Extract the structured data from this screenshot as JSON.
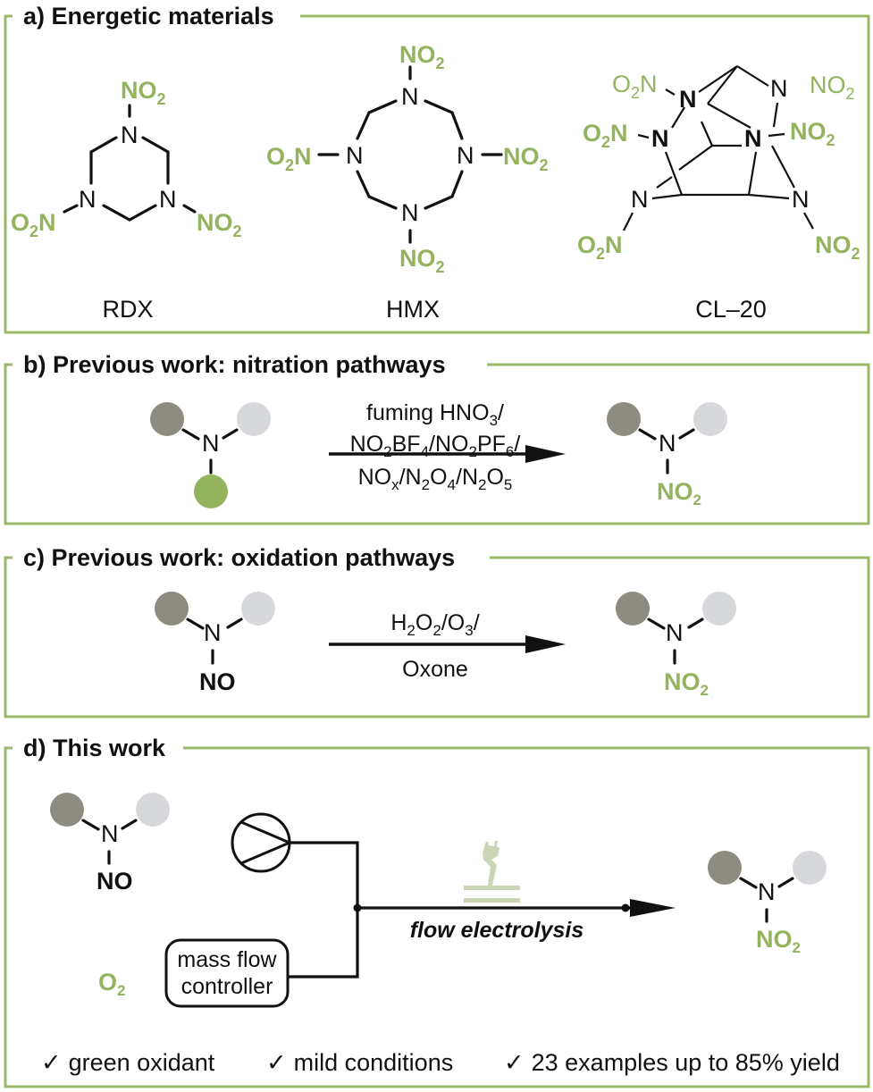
{
  "colors": {
    "frame": "#9cb86a",
    "nitro_green": "#94b35f",
    "substituent_dark": "#8e8c80",
    "substituent_light": "#d6d8db",
    "substituent_green": "#94b35f",
    "electrode": "#c9d5b3",
    "ink": "#111111"
  },
  "panel_a": {
    "title": "a) Energetic materials",
    "compounds": [
      {
        "name": "RDX"
      },
      {
        "name": "HMX"
      },
      {
        "name": "CL–20"
      }
    ],
    "atoms": {
      "N": "N",
      "NO2": "NO",
      "O2N": "O",
      "sub2": "2",
      "N_after": "N"
    }
  },
  "panel_b": {
    "title": "b) Previous work: nitration pathways",
    "reagents": {
      "line1": {
        "a": "fuming HNO",
        "sub": "3",
        "b": "/"
      },
      "line2": [
        "NO",
        "2",
        "BF",
        "4",
        "/NO",
        "2",
        "PF",
        "6",
        "/"
      ],
      "line3": [
        "NO",
        "x",
        "/N",
        "2",
        "O",
        "4",
        "/N",
        "2",
        "O",
        "5"
      ]
    },
    "product_group": "NO2"
  },
  "panel_c": {
    "title": "c) Previous work: oxidation pathways",
    "substrate_group": "NO",
    "reagents": {
      "line1": [
        "H",
        "2",
        "O",
        "2",
        "/O",
        "3",
        "/"
      ],
      "line2": "Oxone"
    },
    "product_group": "NO2"
  },
  "panel_d": {
    "title": "d) This work",
    "substrate_group": "NO",
    "oxidant": {
      "main": "O",
      "sub": "2"
    },
    "pump_icon": "pump-icon",
    "mfc_label": [
      "mass flow",
      "controller"
    ],
    "process_label": "flow electrolysis",
    "electrode_icon": "power-plug-icon",
    "product_group": "NO2",
    "features": [
      {
        "check": "✓",
        "text": "green oxidant"
      },
      {
        "check": "✓",
        "text": "mild conditions"
      },
      {
        "check": "✓",
        "text": "23 examples up to 85% yield"
      }
    ]
  },
  "labels": {
    "N": "N",
    "NO": "NO",
    "O": "O",
    "two": "2"
  }
}
